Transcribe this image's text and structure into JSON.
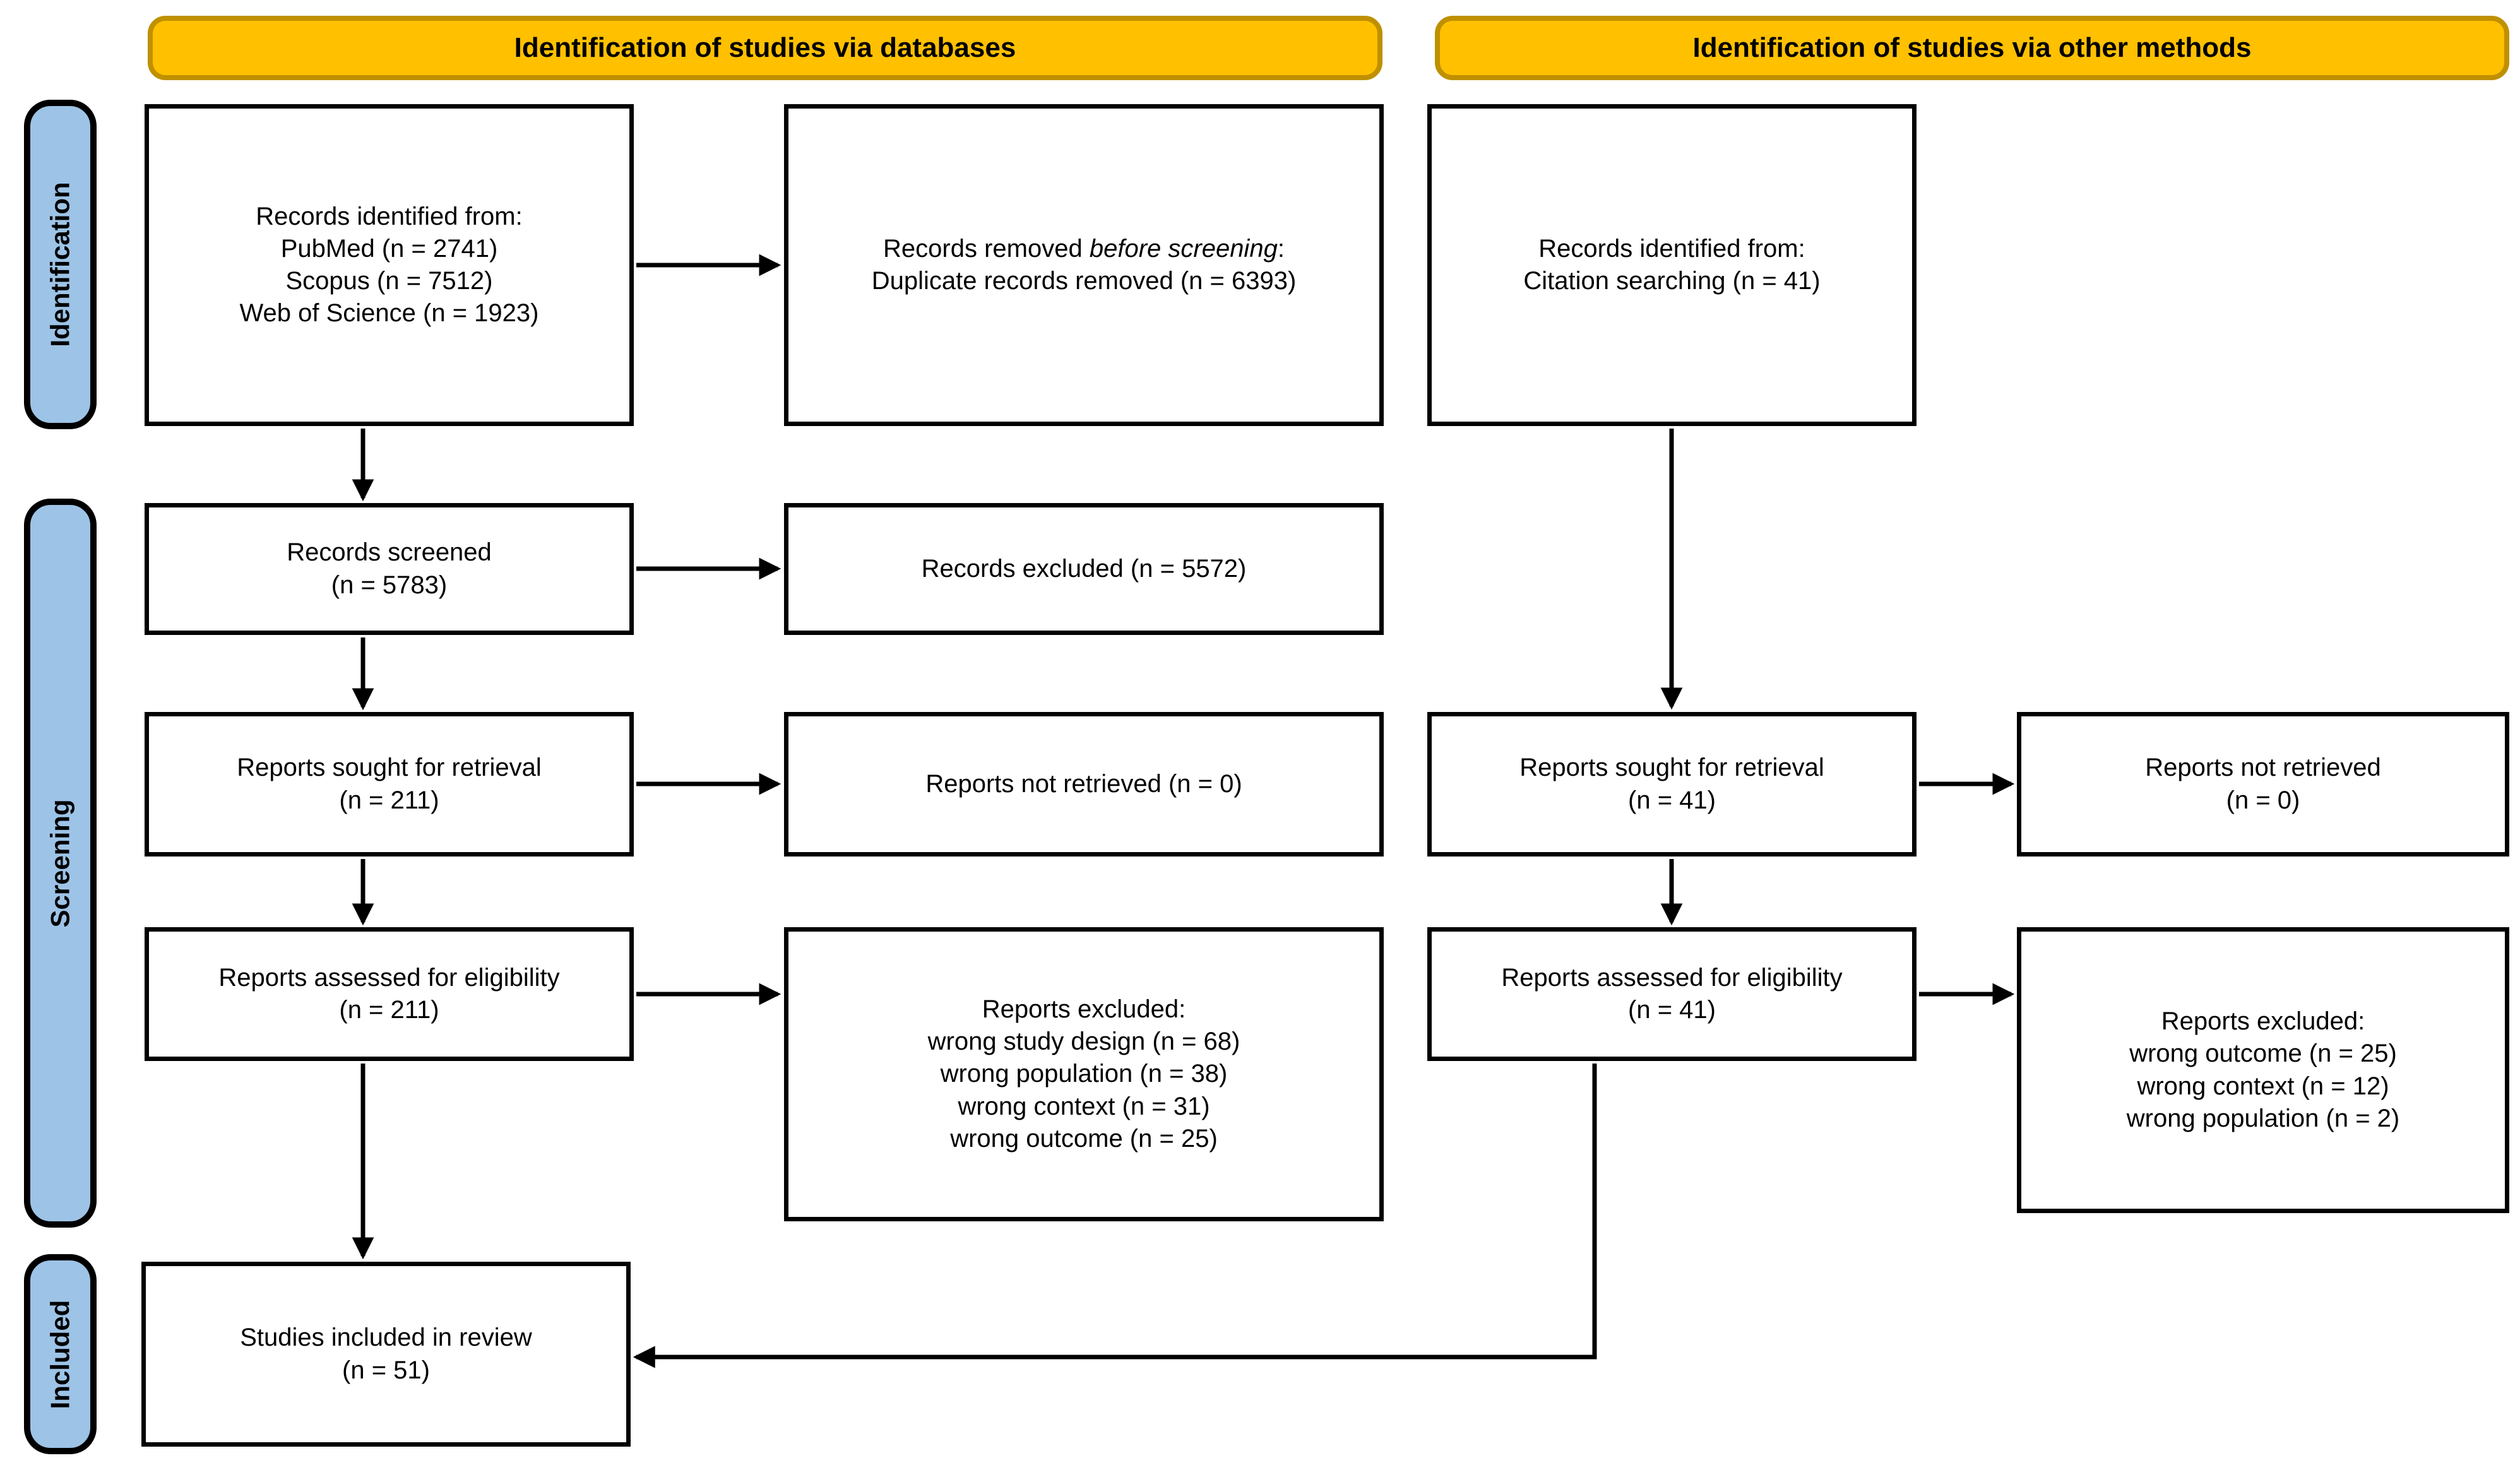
{
  "headers": {
    "databases": "Identification of studies via databases",
    "other_methods": "Identification of studies via other methods"
  },
  "stages": {
    "identification": "Identification",
    "screening": "Screening",
    "included": "Included"
  },
  "boxes": {
    "db_identified": {
      "lines": [
        "Records identified from:",
        "PubMed (n = 2741)",
        "Scopus (n = 7512)",
        "Web of Science (n = 1923)"
      ]
    },
    "records_removed": {
      "line1_prefix": "Records removed ",
      "line1_italic": "before screening",
      "line1_suffix": ":",
      "line2": "Duplicate records removed (n = 6393)"
    },
    "other_identified": {
      "lines": [
        "Records identified from:",
        "Citation searching (n = 41)"
      ]
    },
    "records_screened": {
      "lines": [
        "Records screened",
        "(n = 5783)"
      ]
    },
    "records_excluded": {
      "lines": [
        "Records excluded (n = 5572)"
      ]
    },
    "reports_sought_db": {
      "lines": [
        "Reports sought for retrieval",
        "(n = 211)"
      ]
    },
    "reports_not_retrieved_db": {
      "lines": [
        "Reports not retrieved (n = 0)"
      ]
    },
    "reports_sought_other": {
      "lines": [
        "Reports sought for retrieval",
        "(n = 41)"
      ]
    },
    "reports_not_retrieved_other": {
      "lines": [
        "Reports not retrieved",
        "(n = 0)"
      ]
    },
    "reports_assessed_db": {
      "lines": [
        "Reports assessed for eligibility",
        "(n = 211)"
      ]
    },
    "reports_excluded_db": {
      "lines": [
        "Reports excluded:",
        "wrong study design (n = 68)",
        "wrong population (n = 38)",
        "wrong context (n = 31)",
        "wrong outcome (n = 25)"
      ]
    },
    "reports_assessed_other": {
      "lines": [
        "Reports assessed for eligibility",
        "(n = 41)"
      ]
    },
    "reports_excluded_other": {
      "lines": [
        "Reports excluded:",
        "wrong outcome (n = 25)",
        "wrong context (n = 12)",
        "wrong population (n = 2)"
      ]
    },
    "studies_included": {
      "lines": [
        "Studies included in review",
        "(n = 51)"
      ]
    }
  },
  "colors": {
    "header_fill": "#FFC000",
    "header_border": "#BF9000",
    "stage_fill": "#9DC3E6",
    "box_border": "#000000",
    "arrow": "#000000"
  }
}
